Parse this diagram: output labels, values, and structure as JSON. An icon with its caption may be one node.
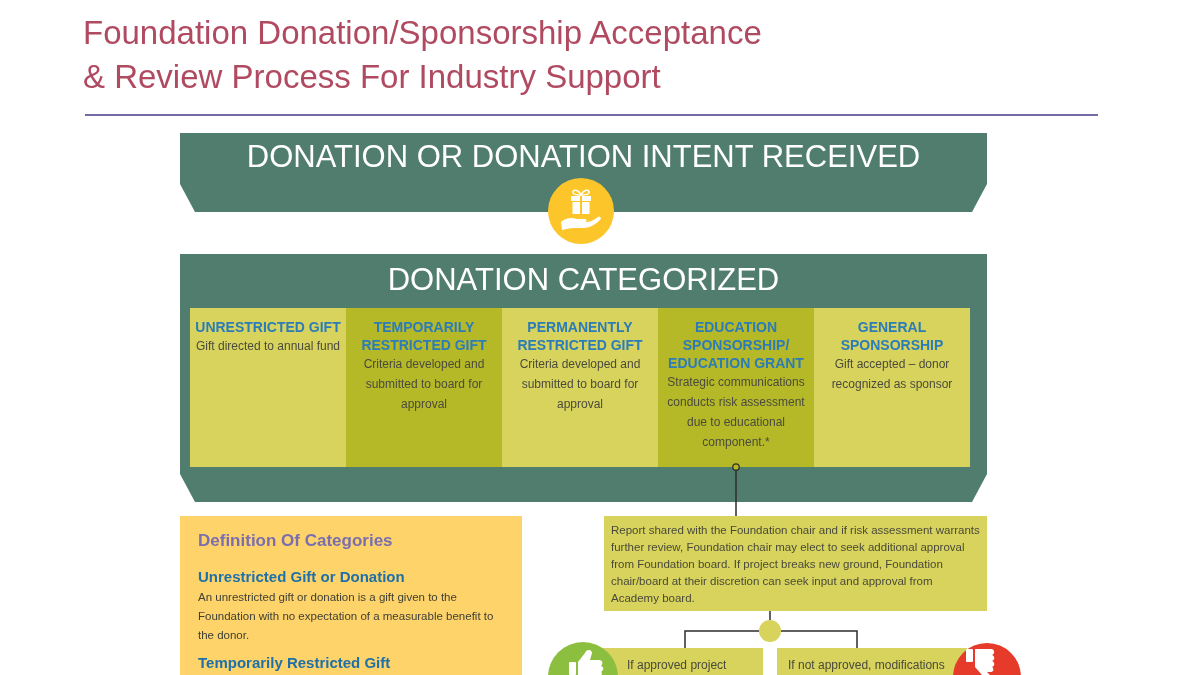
{
  "diagram": {
    "title": "Foundation Donation/Sponsorship Acceptance & Review Process For Industry Support",
    "nodes": [
      {
        "text": [
          "DONATION OR DONATION INTENT RECEIVED"
        ]
      },
      {
        "text": [
          "DONATION CATEGORIZED"
        ]
      },
      {
        "text": [
          "UNRESTRICTED GIFT",
          "Gift directed to annual fund"
        ],
        "in": 1
      },
      {
        "text": [
          "TEMPORARILY RESTRICTED GIFT",
          "Criteria developed and submitted to board for approval"
        ],
        "in": 1
      },
      {
        "text": [
          "PERMANENTLY RESTRICTED GIFT",
          "Criteria developed and submitted to board for approval"
        ],
        "in": 1
      },
      {
        "text": [
          "EDUCATION SPONSORSHIP/ EDUCATION GRANT",
          "Strategic communications conducts risk assessment due to educational component.*"
        ],
        "in": 1
      },
      {
        "text": [
          "GENERAL SPONSORSHIP",
          "Gift accepted – donor recognized as sponsor"
        ],
        "in": 1
      },
      {
        "text": [
          "Definition Of Categories",
          "Unrestricted Gift or Donation",
          "An unrestricted gift or donation is a gift given to the Foundation with no expectation of a measurable benefit to the donor.",
          "Temporarily Restricted Gift"
        ]
      },
      {
        "text": [
          "Report shared with the Foundation chair and if risk assessment warrants further review, Foundation chair may elect to seek additional approval from Foundation board. If project breaks new ground, Foundation chair/board at their discretion can seek input and approval from Academy board."
        ]
      },
      {
        "text": [],
        "shape": "circle"
      },
      {
        "text": [
          "If approved project"
        ]
      },
      {
        "text": [
          "If not approved, modifications"
        ]
      }
    ],
    "edges": [
      {
        "from": 5,
        "to": 8,
        "arrow": "other"
      },
      {
        "from": 8,
        "to": 9,
        "arrow": "none"
      },
      {
        "from": 9,
        "to": 10,
        "arrow": "none"
      },
      {
        "from": 9,
        "to": 11,
        "arrow": "none"
      }
    ]
  }
}
